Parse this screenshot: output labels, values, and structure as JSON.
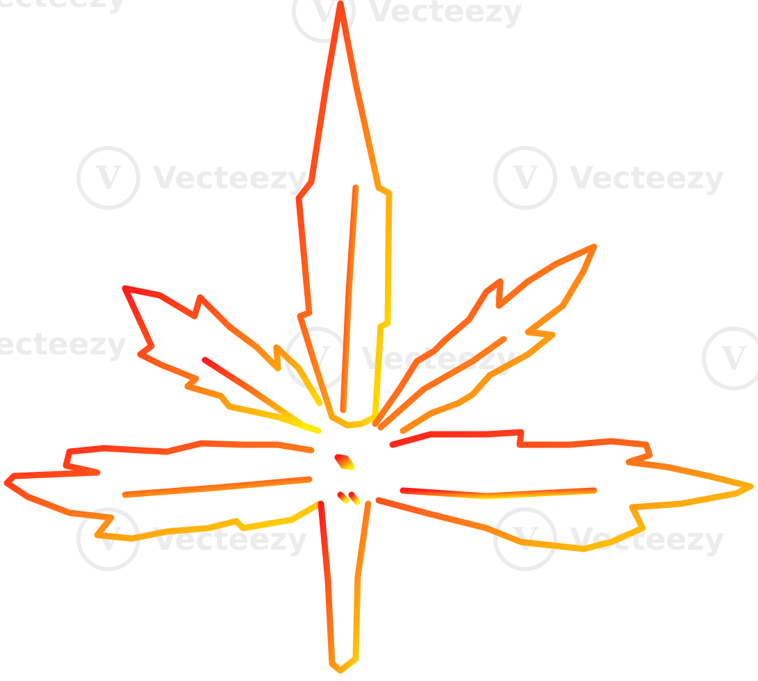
{
  "image": {
    "subject": "leaf-line-drawing",
    "gradient": {
      "start_color": "#ff1a1a",
      "mid_color": "#ff7a1a",
      "end_color": "#ffee00"
    },
    "background_color": "#ffffff"
  },
  "watermark": {
    "text": "Vecteezy",
    "logo_glyph": "V"
  }
}
